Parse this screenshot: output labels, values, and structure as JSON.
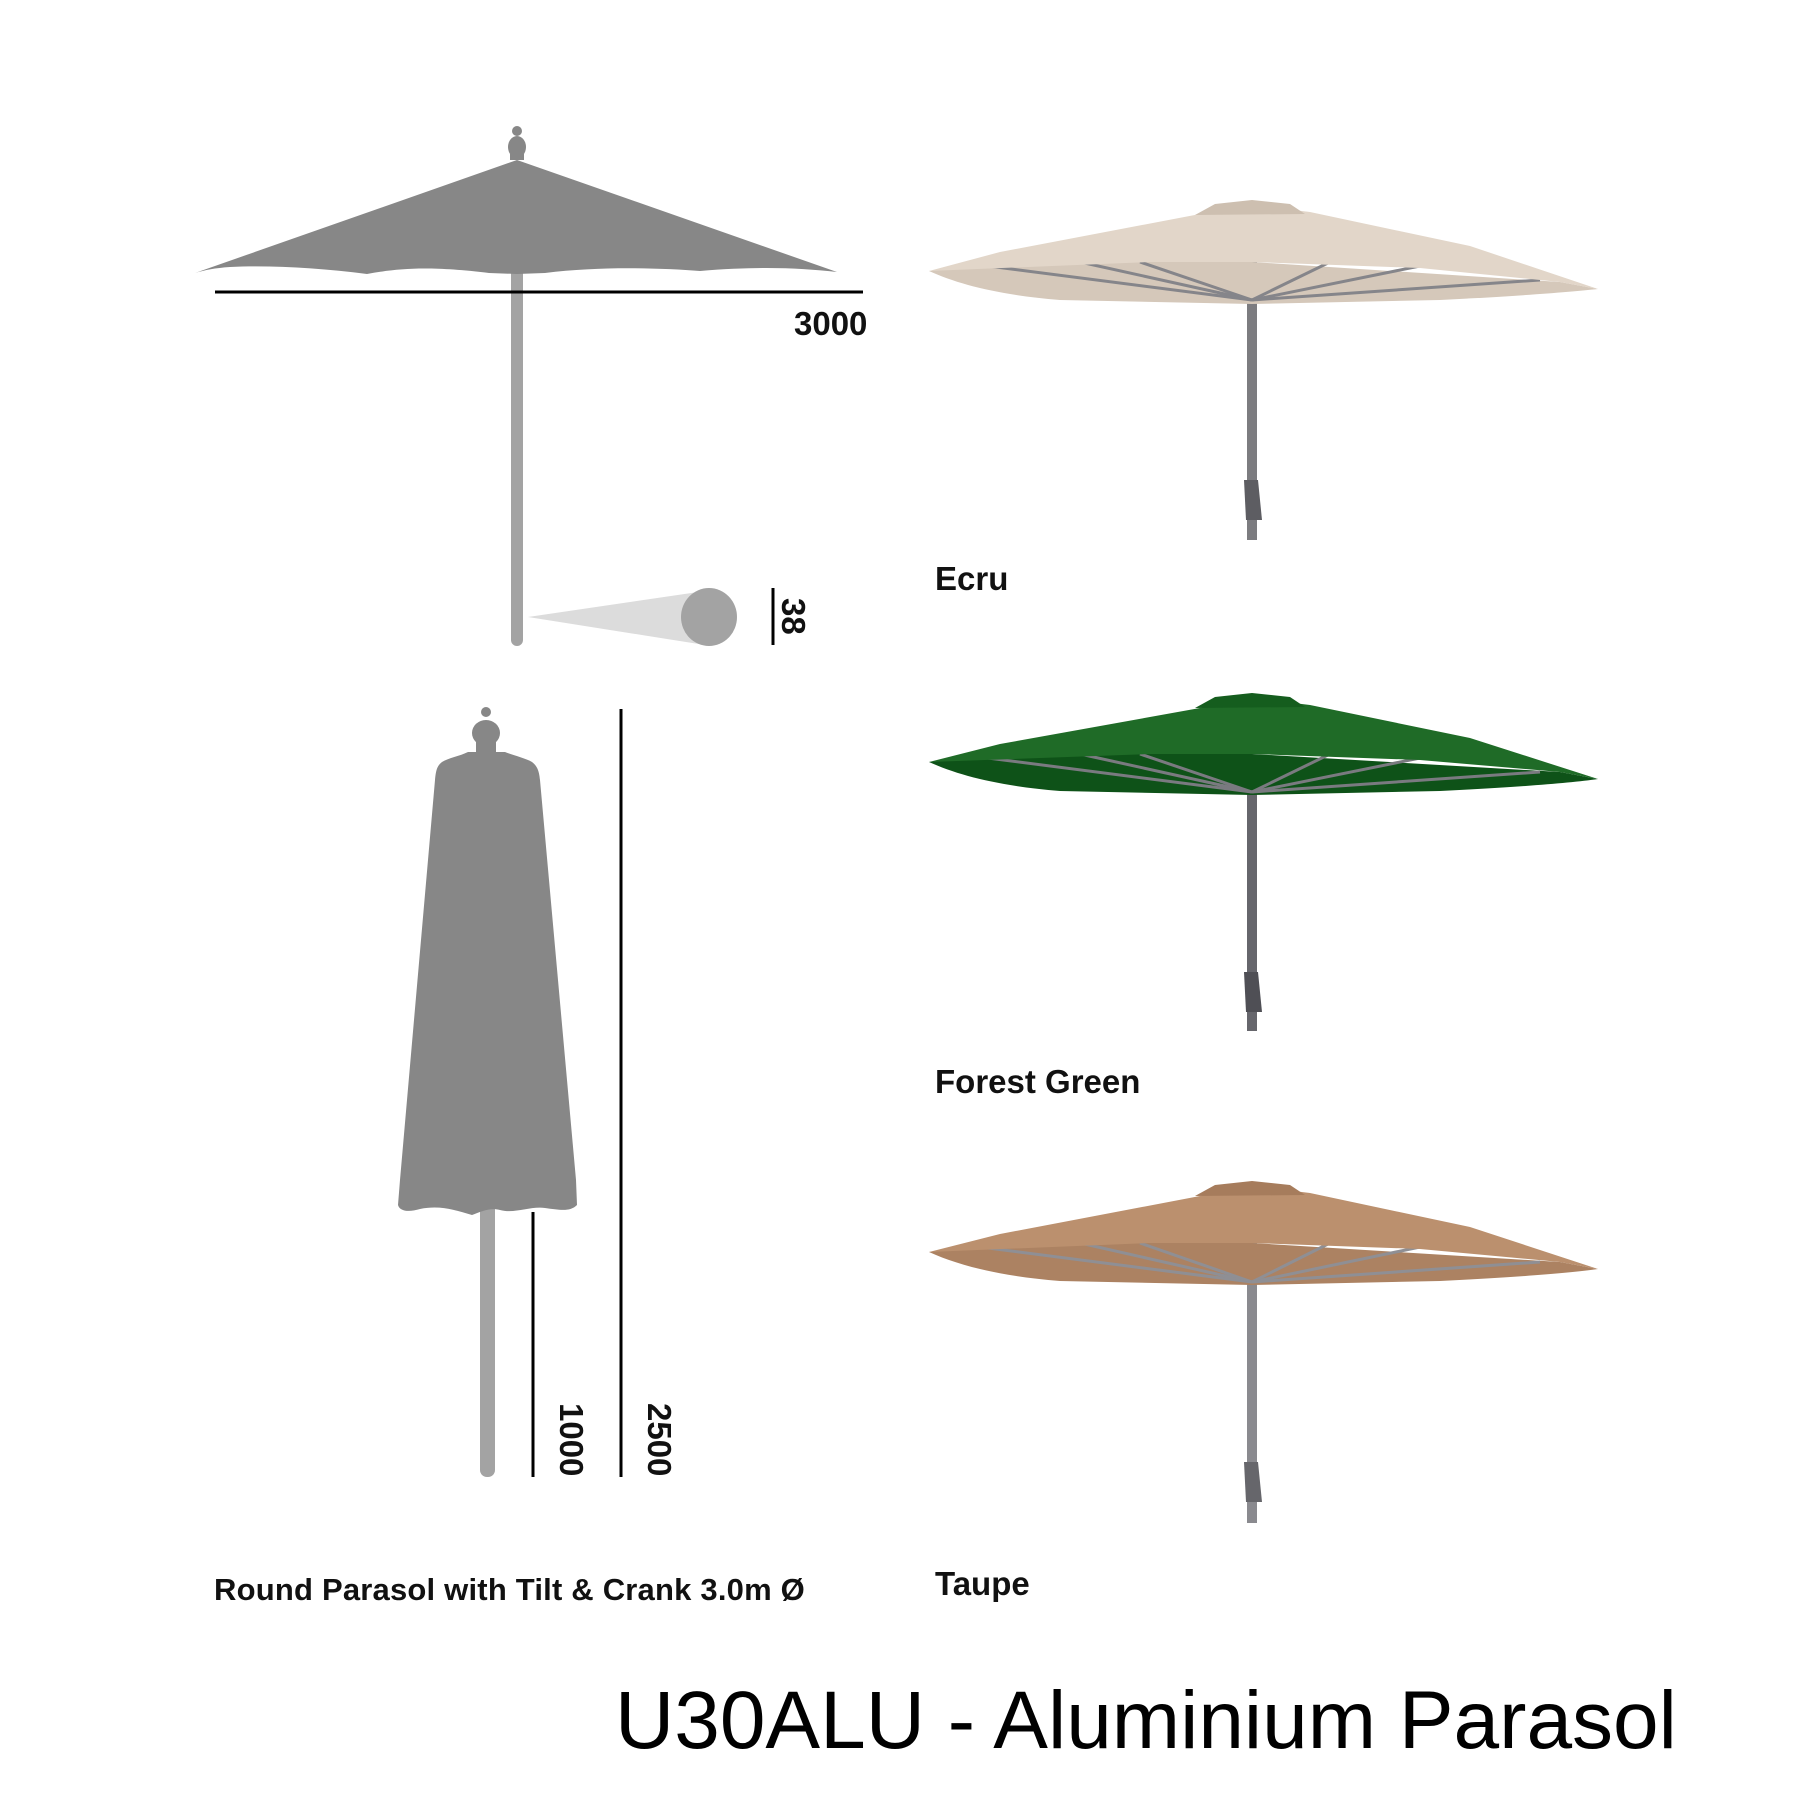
{
  "product": {
    "title": "U30ALU - Aluminium Parasol",
    "caption": "Round Parasol with Tilt & Crank 3.0m Ø"
  },
  "diagram": {
    "open_parasol": {
      "width_label": "3000",
      "pole_diameter_label": "38"
    },
    "closed_parasol": {
      "lower_height_label": "1000",
      "total_height_label": "2500"
    },
    "silhouette_color": "#878787",
    "pole_color": "#a3a3a3",
    "cone_color": "#dcdcdc"
  },
  "colour_options": [
    {
      "name": "Ecru",
      "canopy_top": "#e2d6c9",
      "canopy_under": "#d5c8ba"
    },
    {
      "name": "Forest Green",
      "canopy_top": "#1f6b27",
      "canopy_under": "#0e5218"
    },
    {
      "name": "Taupe",
      "canopy_top": "#bb906e",
      "canopy_under": "#ac8262"
    }
  ]
}
